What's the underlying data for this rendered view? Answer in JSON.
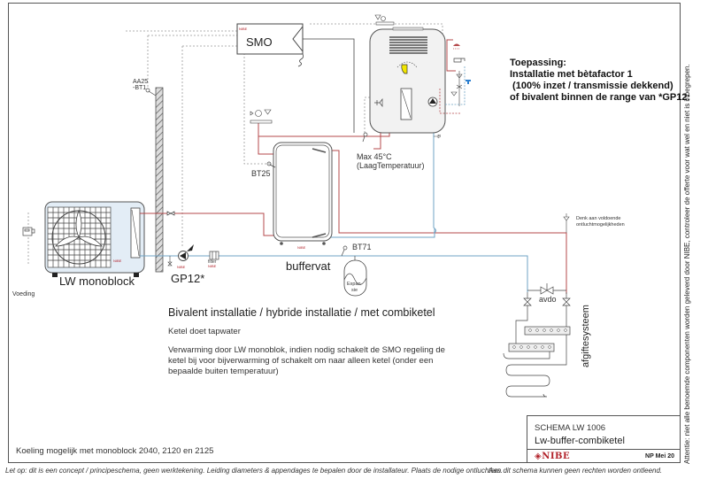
{
  "components": {
    "smo": "SMO",
    "aa25_line1": "AA25",
    "aa25_line2": "-BT1",
    "bt25": "BT25",
    "bt71": "BT71",
    "max_temp_line1": "Max 45°C",
    "max_temp_line2": "(LaagTemperatuur)",
    "heat_pump": "LW monoblock",
    "pump": "GP12*",
    "filter": "filter",
    "buffer": "buffervat",
    "expansion_line1": "Expan-",
    "expansion_line2": "sie",
    "power_supply": "Voeding",
    "venting_line1": "Denk aan voldoende",
    "venting_line2": "ontluchtmogelijkheden",
    "bypass_valve": "avdo",
    "distribution": "afgiftesysteem",
    "brand_mark": "NIBE"
  },
  "application": {
    "heading": "Toepassing:",
    "line1": "Installatie met bètafactor 1",
    "line2": " (100% inzet / transmissie dekkend)",
    "line3": "of bivalent binnen de range van *GP12:"
  },
  "description": {
    "heading": "Bivalent installatie  / hybride installatie /  met combiketel",
    "sub": "Ketel doet tapwater",
    "body": "Verwarming door LW monoblok, indien nodig schakelt de SMO regeling de ketel bij voor bijverwarming  of schakelt om naar alleen ketel (onder een bepaalde buiten temperatuur)"
  },
  "cooling_note": "Koeling mogelijk met monoblock 2040, 2120 en 2125",
  "title_block": {
    "code": "SCHEMA LW 1006",
    "name": "Lw-buffer-combiketel",
    "logo": "◈NIBE",
    "date": "NP Mei 20"
  },
  "footer": {
    "left": "Let op: dit is een concept / principeschema, geen werktekening. Leiding diameters & appendages te bepalen door de installateur. Plaats de nodige ontluchters.",
    "right": "Aan dit schema kunnen geen rechten worden ontleend."
  },
  "side_note": "Attentie: niet alle benoemde componenten worden geleverd door NIBE, controleer de offerte voor wat wel en niet is inbegrepen.",
  "colors": {
    "supply": "#b5494b",
    "return": "#6fa3c4",
    "signal": "#999999",
    "outline": "#444444",
    "brand": "#b2222a",
    "unit_fill": "#e3edf6",
    "boiler_fill": "#f2f2f2",
    "burner": "#f2e600"
  }
}
